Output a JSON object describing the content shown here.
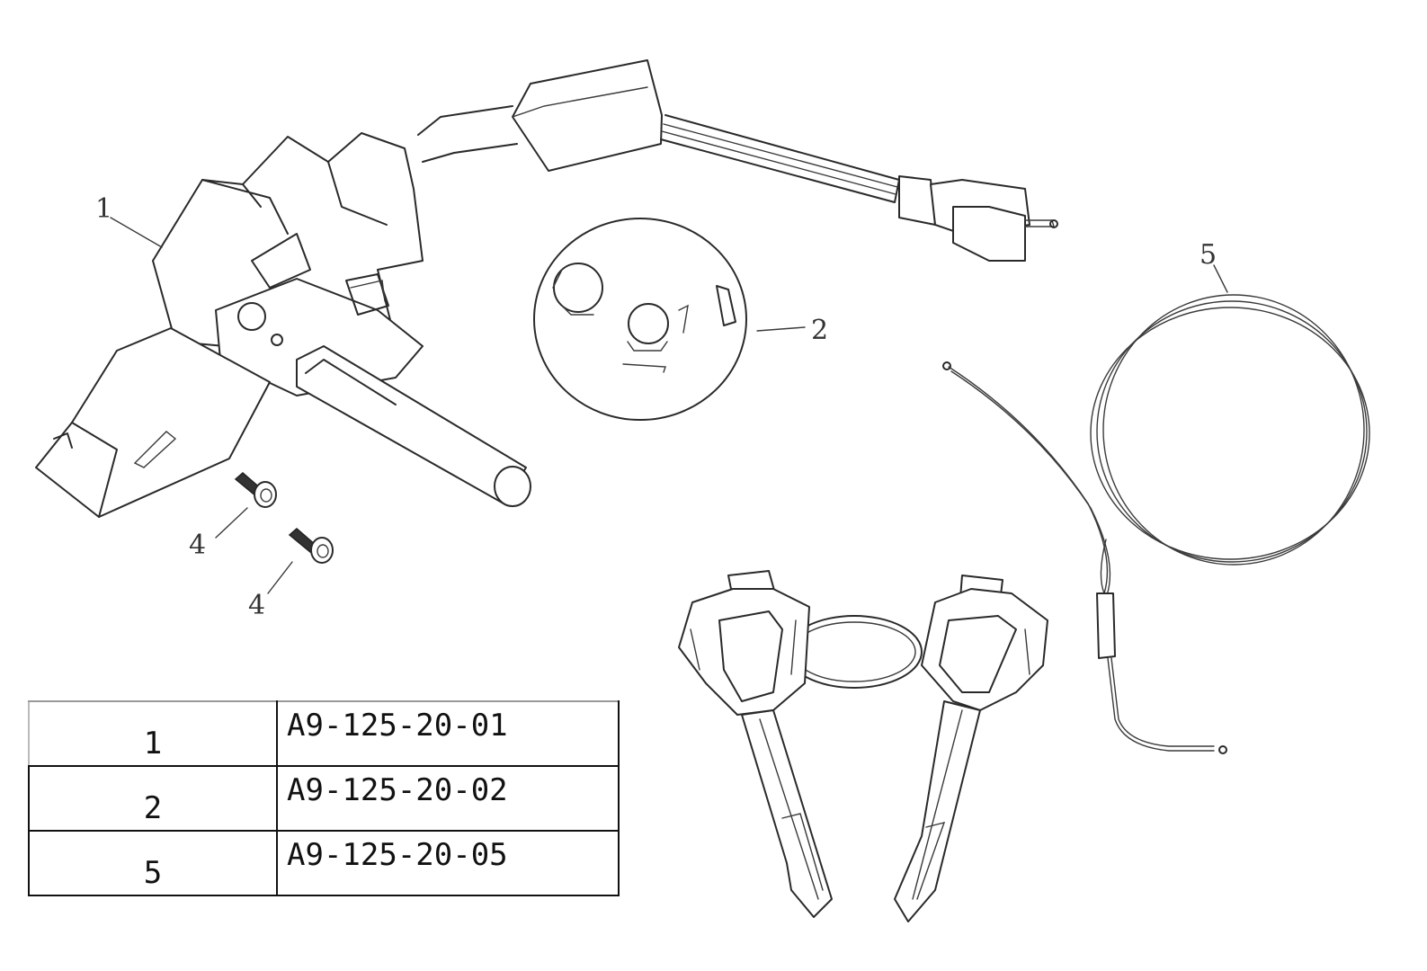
{
  "callouts": {
    "part1": "1",
    "part2": "2",
    "part4a": "4",
    "part4b": "4",
    "part5": "5"
  },
  "parts_table": {
    "rows": [
      {
        "index": "1",
        "code": "A9-125-20-01"
      },
      {
        "index": "2",
        "code": "A9-125-20-02"
      },
      {
        "index": "5",
        "code": "A9-125-20-05"
      }
    ]
  }
}
